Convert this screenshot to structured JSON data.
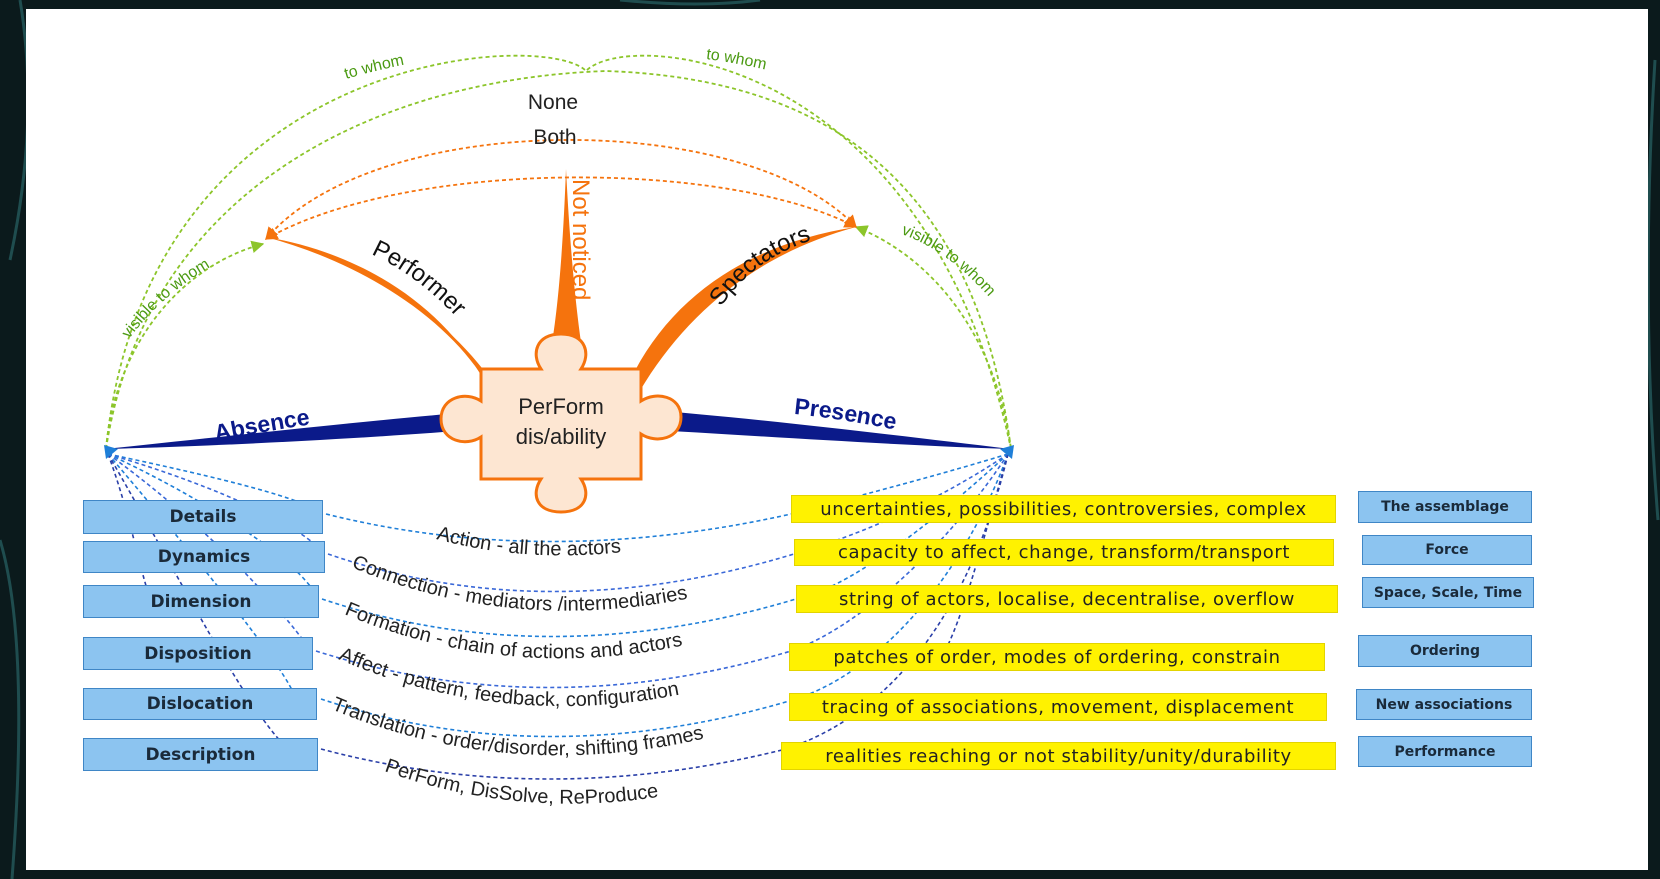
{
  "center": {
    "line1": "PerForm",
    "line2": "dis/ability"
  },
  "axis": {
    "left": "Absence",
    "right": "Presence"
  },
  "branches": {
    "performer": "Performer",
    "not_noticed": "Not noticed",
    "spectators": "Spectators"
  },
  "arc_labels": {
    "to_whom_left": "to whom",
    "to_whom_right": "to whom",
    "none": "None",
    "both": "Both",
    "visible_left": "visible to whom",
    "visible_right": "visible to whom"
  },
  "rows": [
    {
      "left": "Details",
      "curve": "Action - all the actors",
      "middle": "uncertainties, possibilities, controversies, complex",
      "right": "The assemblage"
    },
    {
      "left": "Dynamics",
      "curve": "Connection - mediators /intermediaries",
      "middle": "capacity to affect, change, transform/transport",
      "right": "Force"
    },
    {
      "left": "Dimension",
      "curve": "Formation - chain of actions and actors",
      "middle": "string of actors, localise, decentralise, overflow",
      "right": "Space, Scale, Time"
    },
    {
      "left": "Disposition",
      "curve": "Affect - pattern, feedback, configuration",
      "middle": "patches of order, modes of ordering, constrain",
      "right": "Ordering"
    },
    {
      "left": "Dislocation",
      "curve": "Translation - order/disorder, shifting frames",
      "middle": "tracing of associations, movement, displacement",
      "right": "New associations"
    },
    {
      "left": "Description",
      "curve": "PerForm, DisSolve, ReProduce",
      "middle": "realities reaching or not stability/unity/durability",
      "right": "Performance"
    }
  ],
  "colors": {
    "navy": "#0b1a8a",
    "orange": "#f5730d",
    "green_dashed": "#8cc52a",
    "orange_dashed": "#f5730d",
    "blue_box": "#8cc4f0",
    "yellow_box": "#fff200",
    "puzzle_fill": "#fde6d2"
  }
}
